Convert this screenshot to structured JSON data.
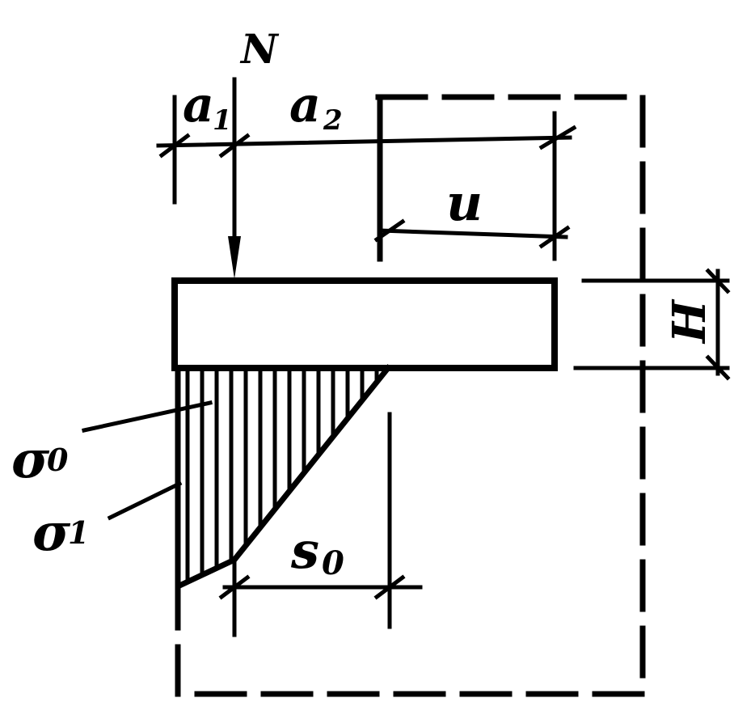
{
  "labels": {
    "force": "N",
    "dist_a1": "a",
    "dist_a1_sub": "1",
    "dist_a2": "a",
    "dist_a2_sub": "2",
    "dist_u": "u",
    "height": "H",
    "stress_0": "σ",
    "stress_0_sub": "0",
    "stress_1": "σ",
    "stress_1_sub": "1",
    "length_s0": "s",
    "length_s0_sub": "0"
  },
  "colors": {
    "ink": "#000000",
    "background": "#ffffff"
  }
}
